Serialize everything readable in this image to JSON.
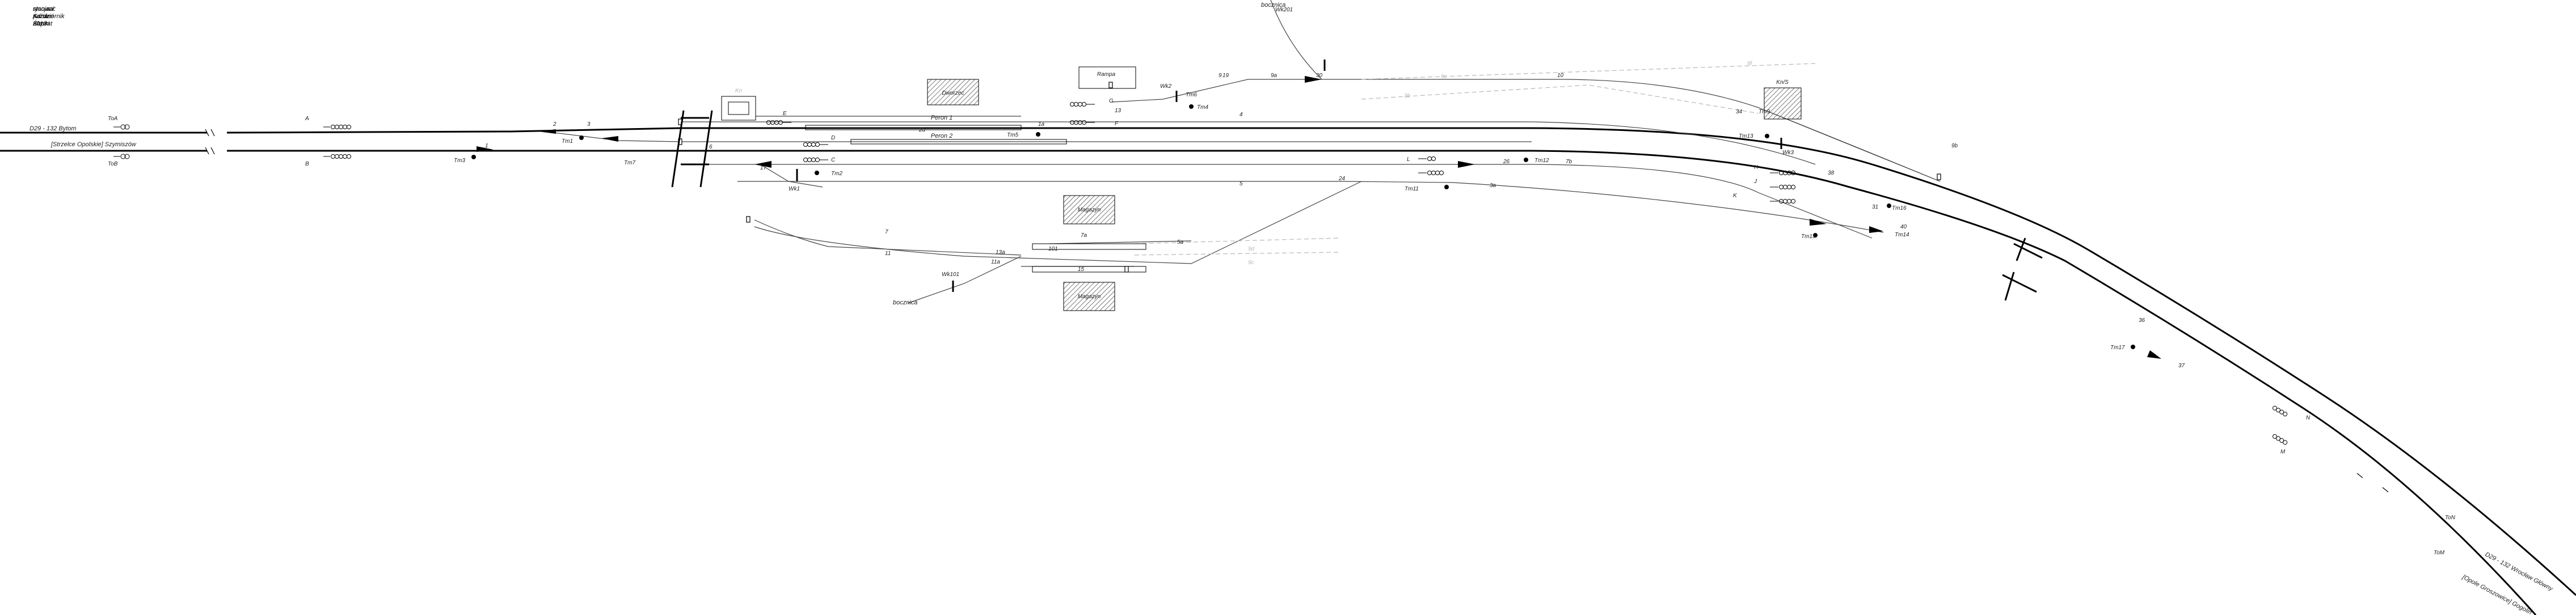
{
  "header": {
    "station_line": "stacja: Kamień Śląski",
    "state_line": "stan na: październik 2013",
    "author_line": "rysował: Adrian Karwat"
  },
  "line_labels": {
    "left_upper": "D29 - 132 Bytom",
    "left_lower": "[Strzelce Opolskie] Szymiszów",
    "right_upper": "D29 - 132 Wrocław Główny",
    "right_lower": "[Opole Groszowice] Gogolin"
  },
  "signals": [
    "ToA",
    "ToB",
    "A",
    "B",
    "Tm1",
    "Tm2",
    "Tm3",
    "E",
    "D",
    "C",
    "F",
    "G",
    "Tm4",
    "Tm5",
    "Tm6",
    "Tm7",
    "Tm9",
    "Tm11",
    "Tm12",
    "Tm13",
    "Tm14",
    "Tm15",
    "Tm16",
    "Tm17",
    "H",
    "J",
    "K",
    "L",
    "M",
    "N",
    "ToM",
    "ToN",
    "Wk1",
    "Wk2",
    "Wk3",
    "Wk101",
    "Wk201"
  ],
  "track_numbers": [
    "1",
    "2",
    "3",
    "4",
    "5",
    "6",
    "7",
    "9",
    "10",
    "11",
    "13",
    "15",
    "17",
    "19",
    "24",
    "26",
    "30",
    "31",
    "34",
    "36",
    "37",
    "38",
    "40",
    "101",
    "1a",
    "2a",
    "3a",
    "5a",
    "9a",
    "11a",
    "13a",
    "7a",
    "7b",
    "9b",
    "9c",
    "9d",
    "9e",
    "9f",
    "3b"
  ],
  "structures": {
    "platform_1": "Peron 1",
    "platform_2": "Peron 2",
    "ramp": "Rampa",
    "warehouse_1": "Magazyn",
    "warehouse_2": "Magazyn",
    "building": "Dworzec",
    "box": "Kn/S",
    "post": "Kn"
  },
  "siding_top": "bocznica",
  "siding_bottom": "bocznica",
  "colors": {
    "track": "#000000",
    "disused": "#b8b8b8",
    "thin": "#555555"
  }
}
